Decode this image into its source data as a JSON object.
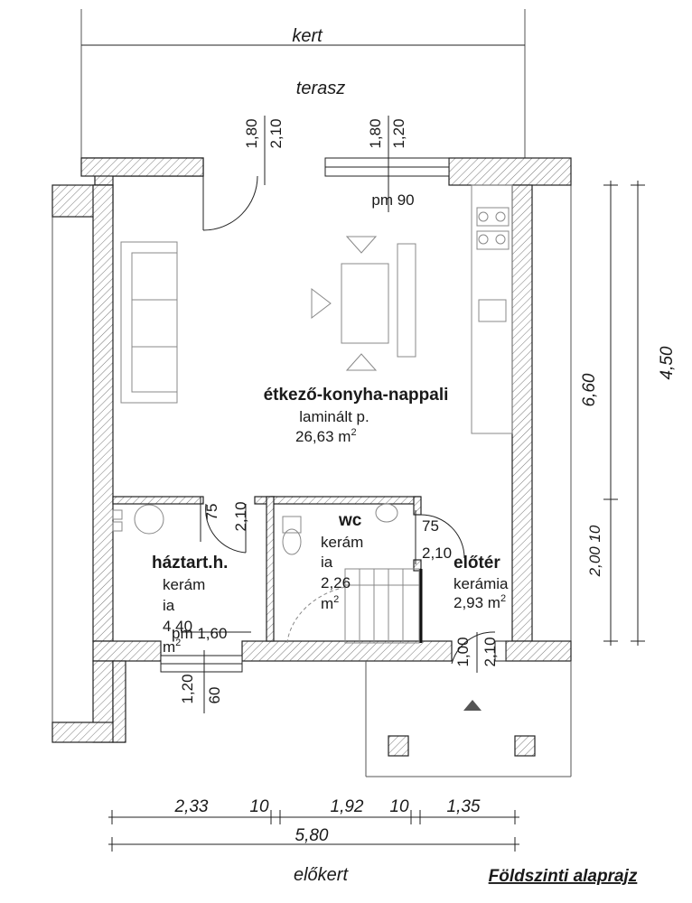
{
  "labels": {
    "kert": "kert",
    "terasz": "terasz",
    "elokert": "előkert",
    "title": "Földszinti alaprajz"
  },
  "rooms": {
    "living": {
      "name": "étkező-konyha-nappali",
      "floor": "laminált p.",
      "area": "26,63 m",
      "sup": "2"
    },
    "utility": {
      "name": "háztart.h.",
      "floor1": "kerám",
      "floor2": "ia",
      "area": "4,40",
      "unit": "m",
      "sup": "2"
    },
    "wc": {
      "name": "wc",
      "floor1": "kerám",
      "floor2": "ia",
      "area": "2,26",
      "unit": "m",
      "sup": "2"
    },
    "hall": {
      "name": "előtér",
      "floor": "kerámia",
      "area": "2,93 m",
      "sup": "2"
    }
  },
  "openings": {
    "door_terrace_w": "1,80",
    "door_terrace_h": "2,10",
    "window_terrace_w": "1,80",
    "window_terrace_h": "1,20",
    "window_terrace_pm": "pm 90",
    "utility_door_w": "75",
    "utility_door_h": "2,10",
    "wc_door_w": "75",
    "wc_door_h": "2,10",
    "utility_window_pm": "pm 1,60",
    "utility_window_w": "1,20",
    "utility_window_h": "60",
    "entry_door_w": "1,00",
    "entry_door_h": "2,10"
  },
  "dimensions": {
    "bottom_parts": [
      "2,33",
      "10",
      "1,92",
      "10",
      "1,35"
    ],
    "bottom_total": "5,80",
    "right_inner": "6,60",
    "right_lower": "2,00 10",
    "right_outer": "4,50"
  }
}
